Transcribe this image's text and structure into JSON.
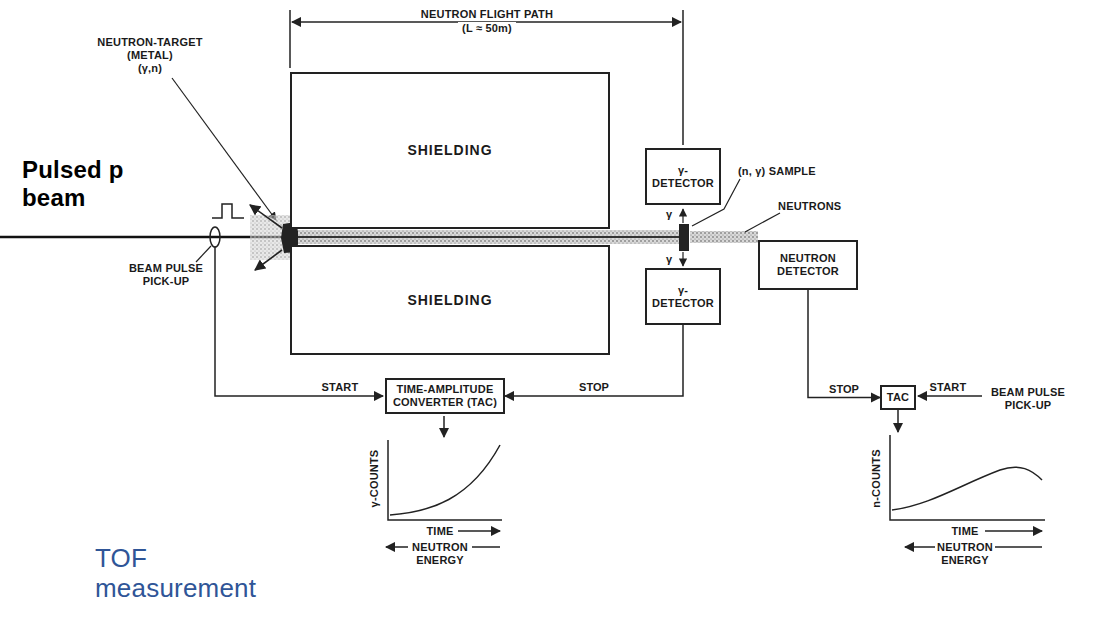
{
  "diagram": {
    "nodes": [
      {
        "text": [
          "SHIELDING"
        ]
      },
      {
        "text": [
          "SHIELDING"
        ]
      },
      {
        "text": [
          "γ-DETECTOR"
        ]
      },
      {
        "text": [
          "γ-DETECTOR"
        ]
      },
      {
        "text": [
          "NEUTRON DETECTOR"
        ]
      },
      {
        "text": [
          "TIME-AMPLITUDE CONVERTER (TAC)"
        ]
      },
      {
        "text": [
          "TAC"
        ]
      }
    ],
    "edges": [
      {
        "from": 3,
        "to": 5,
        "label": "STOP",
        "arrow": "to"
      },
      {
        "from": 4,
        "to": 6,
        "label": "STOP",
        "arrow": "to"
      }
    ],
    "labels": [
      "NEUTRON FLIGHT PATH",
      "(L ≈ 50m)",
      "NEUTRON-TARGET",
      "(METAL)",
      "(γ,n)",
      "Pulsed p beam",
      "BEAM PULSE PICK-UP",
      "(n, γ) SAMPLE",
      "NEUTRONS",
      "γ",
      "γ",
      "START",
      "START",
      "BEAM PULSE PICK-UP",
      "γ-COUNTS",
      "TIME",
      "NEUTRON ENERGY",
      "n-COUNTS",
      "TIME",
      "NEUTRON ENERGY",
      "TOF measurement"
    ]
  }
}
